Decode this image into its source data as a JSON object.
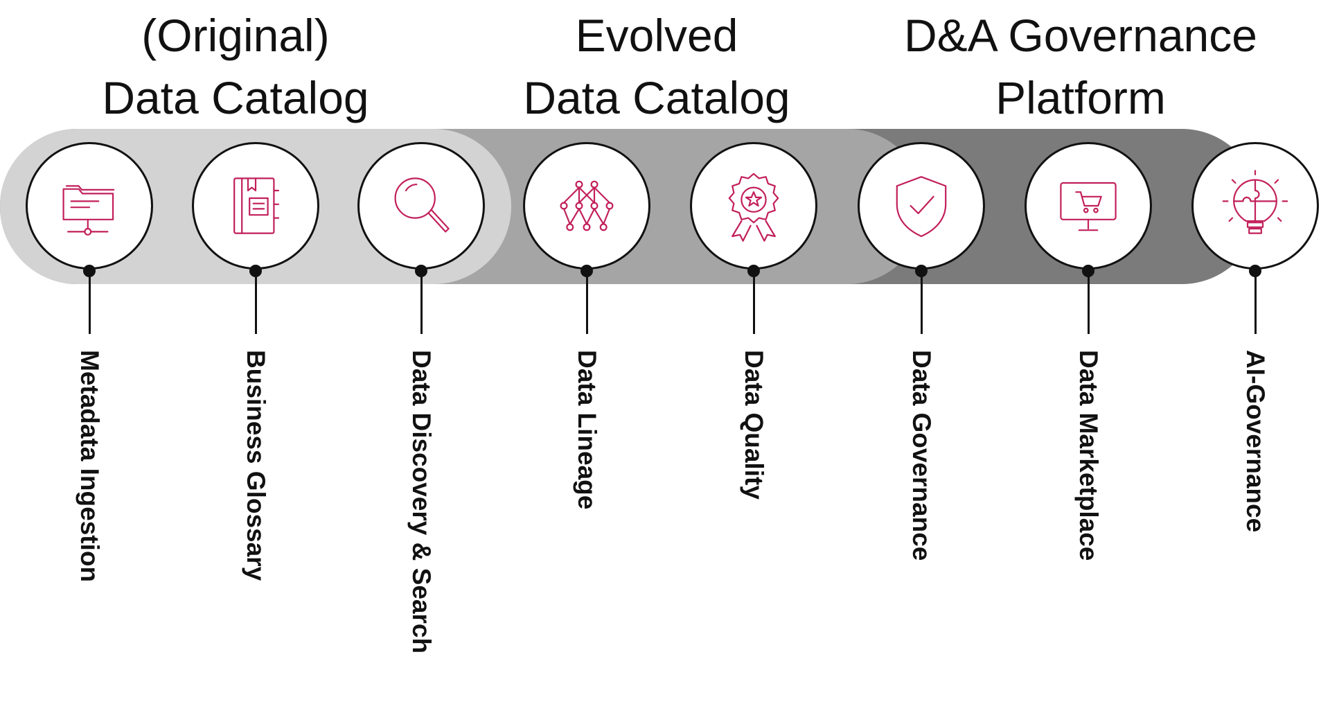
{
  "headings": [
    {
      "line1": "(Original)",
      "line2": "Data Catalog"
    },
    {
      "line1": "Evolved",
      "line2": "Data Catalog"
    },
    {
      "line1": "D&A Governance",
      "line2": "Platform"
    }
  ],
  "steps": [
    {
      "label": "Metadata Ingestion",
      "icon": "folder-network-icon"
    },
    {
      "label": "Business Glossary",
      "icon": "glossary-book-icon"
    },
    {
      "label": "Data Discovery & Search",
      "icon": "magnifier-icon"
    },
    {
      "label": "Data Lineage",
      "icon": "lineage-network-icon"
    },
    {
      "label": "Data Quality",
      "icon": "quality-badge-icon"
    },
    {
      "label": "Data Governance",
      "icon": "shield-check-icon"
    },
    {
      "label": "Data Marketplace",
      "icon": "marketplace-monitor-icon"
    },
    {
      "label": "AI-Governance",
      "icon": "lightbulb-puzzle-icon"
    }
  ],
  "colors": {
    "icon_accent": "#c21f5a",
    "band_original": "#d3d3d3",
    "band_evolved": "#a5a5a5",
    "band_platform": "#7b7b7b",
    "outline": "#111111"
  }
}
